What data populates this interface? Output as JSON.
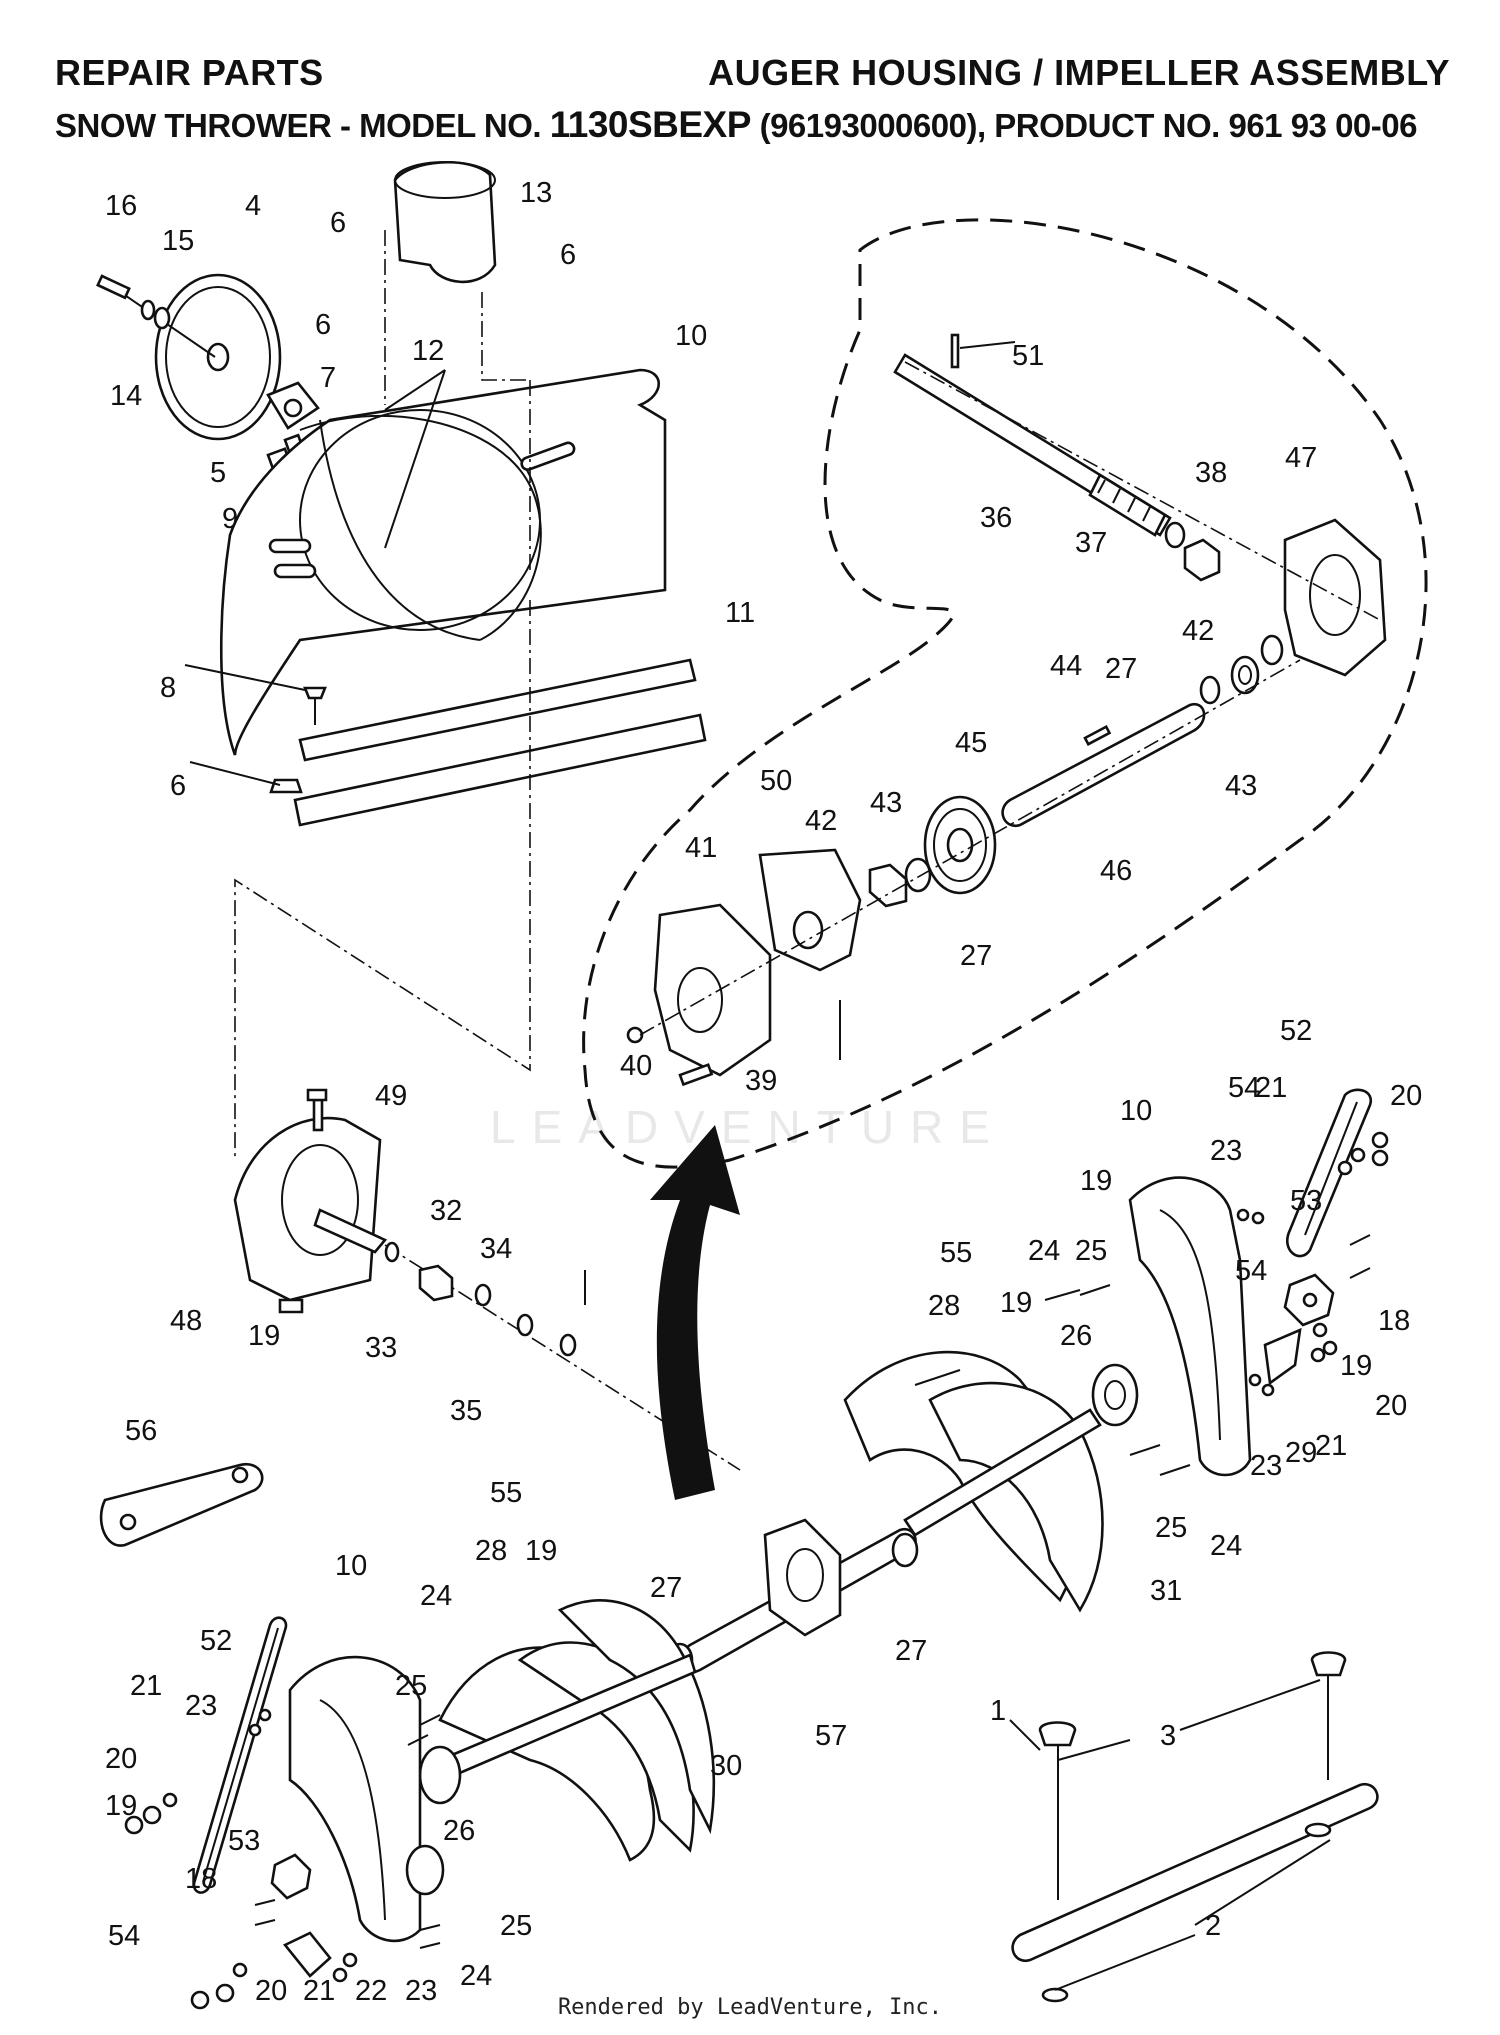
{
  "header": {
    "left_title": "REPAIR PARTS",
    "right_title": "AUGER HOUSING / IMPELLER ASSEMBLY",
    "subtitle_prefix": "SNOW THROWER - MODEL NO.",
    "model_no": "1130SBEXP",
    "subtitle_suffix": "(96193000600), PRODUCT NO. 961 93 00-06"
  },
  "watermark": "LEADVENTURE",
  "footer": "Rendered by LeadVenture, Inc.",
  "callouts": {
    "c1": "1",
    "c2": "2",
    "c3": "3",
    "c4": "4",
    "c5": "5",
    "c6a": "6",
    "c6b": "6",
    "c6c": "6",
    "c6d": "6",
    "c7": "7",
    "c8": "8",
    "c9": "9",
    "c10a": "10",
    "c10b": "10",
    "c10c": "10",
    "c11": "11",
    "c12": "12",
    "c13": "13",
    "c14": "14",
    "c15": "15",
    "c16": "16",
    "c18a": "18",
    "c18b": "18",
    "c19a": "19",
    "c19b": "19",
    "c19c": "19",
    "c19d": "19",
    "c19e": "19",
    "c19f": "19",
    "c20a": "20",
    "c20b": "20",
    "c20c": "20",
    "c20d": "20",
    "c21a": "21",
    "c21b": "21",
    "c21c": "21",
    "c21d": "21",
    "c22": "22",
    "c23a": "23",
    "c23b": "23",
    "c23c": "23",
    "c23d": "23",
    "c24a": "24",
    "c24b": "24",
    "c24c": "24",
    "c24d": "24",
    "c25a": "25",
    "c25b": "25",
    "c25c": "25",
    "c25d": "25",
    "c26a": "26",
    "c26b": "26",
    "c27a": "27",
    "c27b": "27",
    "c27c": "27",
    "c27d": "27",
    "c28a": "28",
    "c28b": "28",
    "c29": "29",
    "c30": "30",
    "c31": "31",
    "c32": "32",
    "c33": "33",
    "c34": "34",
    "c35": "35",
    "c36": "36",
    "c37": "37",
    "c38": "38",
    "c39": "39",
    "c40": "40",
    "c41": "41",
    "c42a": "42",
    "c42b": "42",
    "c43a": "43",
    "c43b": "43",
    "c44": "44",
    "c45": "45",
    "c46": "46",
    "c47": "47",
    "c48": "48",
    "c49": "49",
    "c50": "50",
    "c51": "51",
    "c52a": "52",
    "c52b": "52",
    "c53a": "53",
    "c53b": "53",
    "c54a": "54",
    "c54b": "54",
    "c54c": "54",
    "c55a": "55",
    "c55b": "55",
    "c56": "56",
    "c57": "57"
  }
}
